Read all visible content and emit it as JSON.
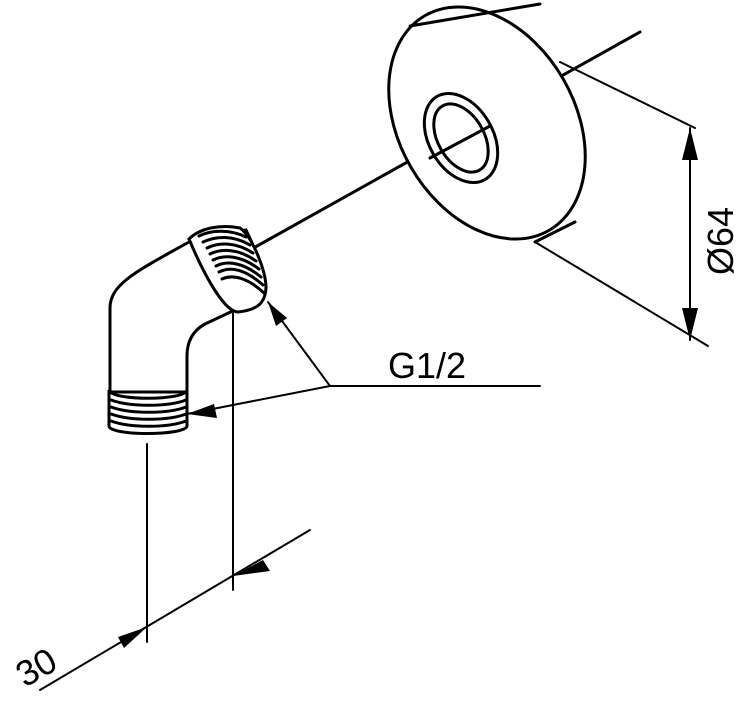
{
  "labels": {
    "thread": "G1/2",
    "diameter": "Ø64",
    "length": "30"
  },
  "colors": {
    "line": "#000000",
    "background": "#ffffff"
  }
}
